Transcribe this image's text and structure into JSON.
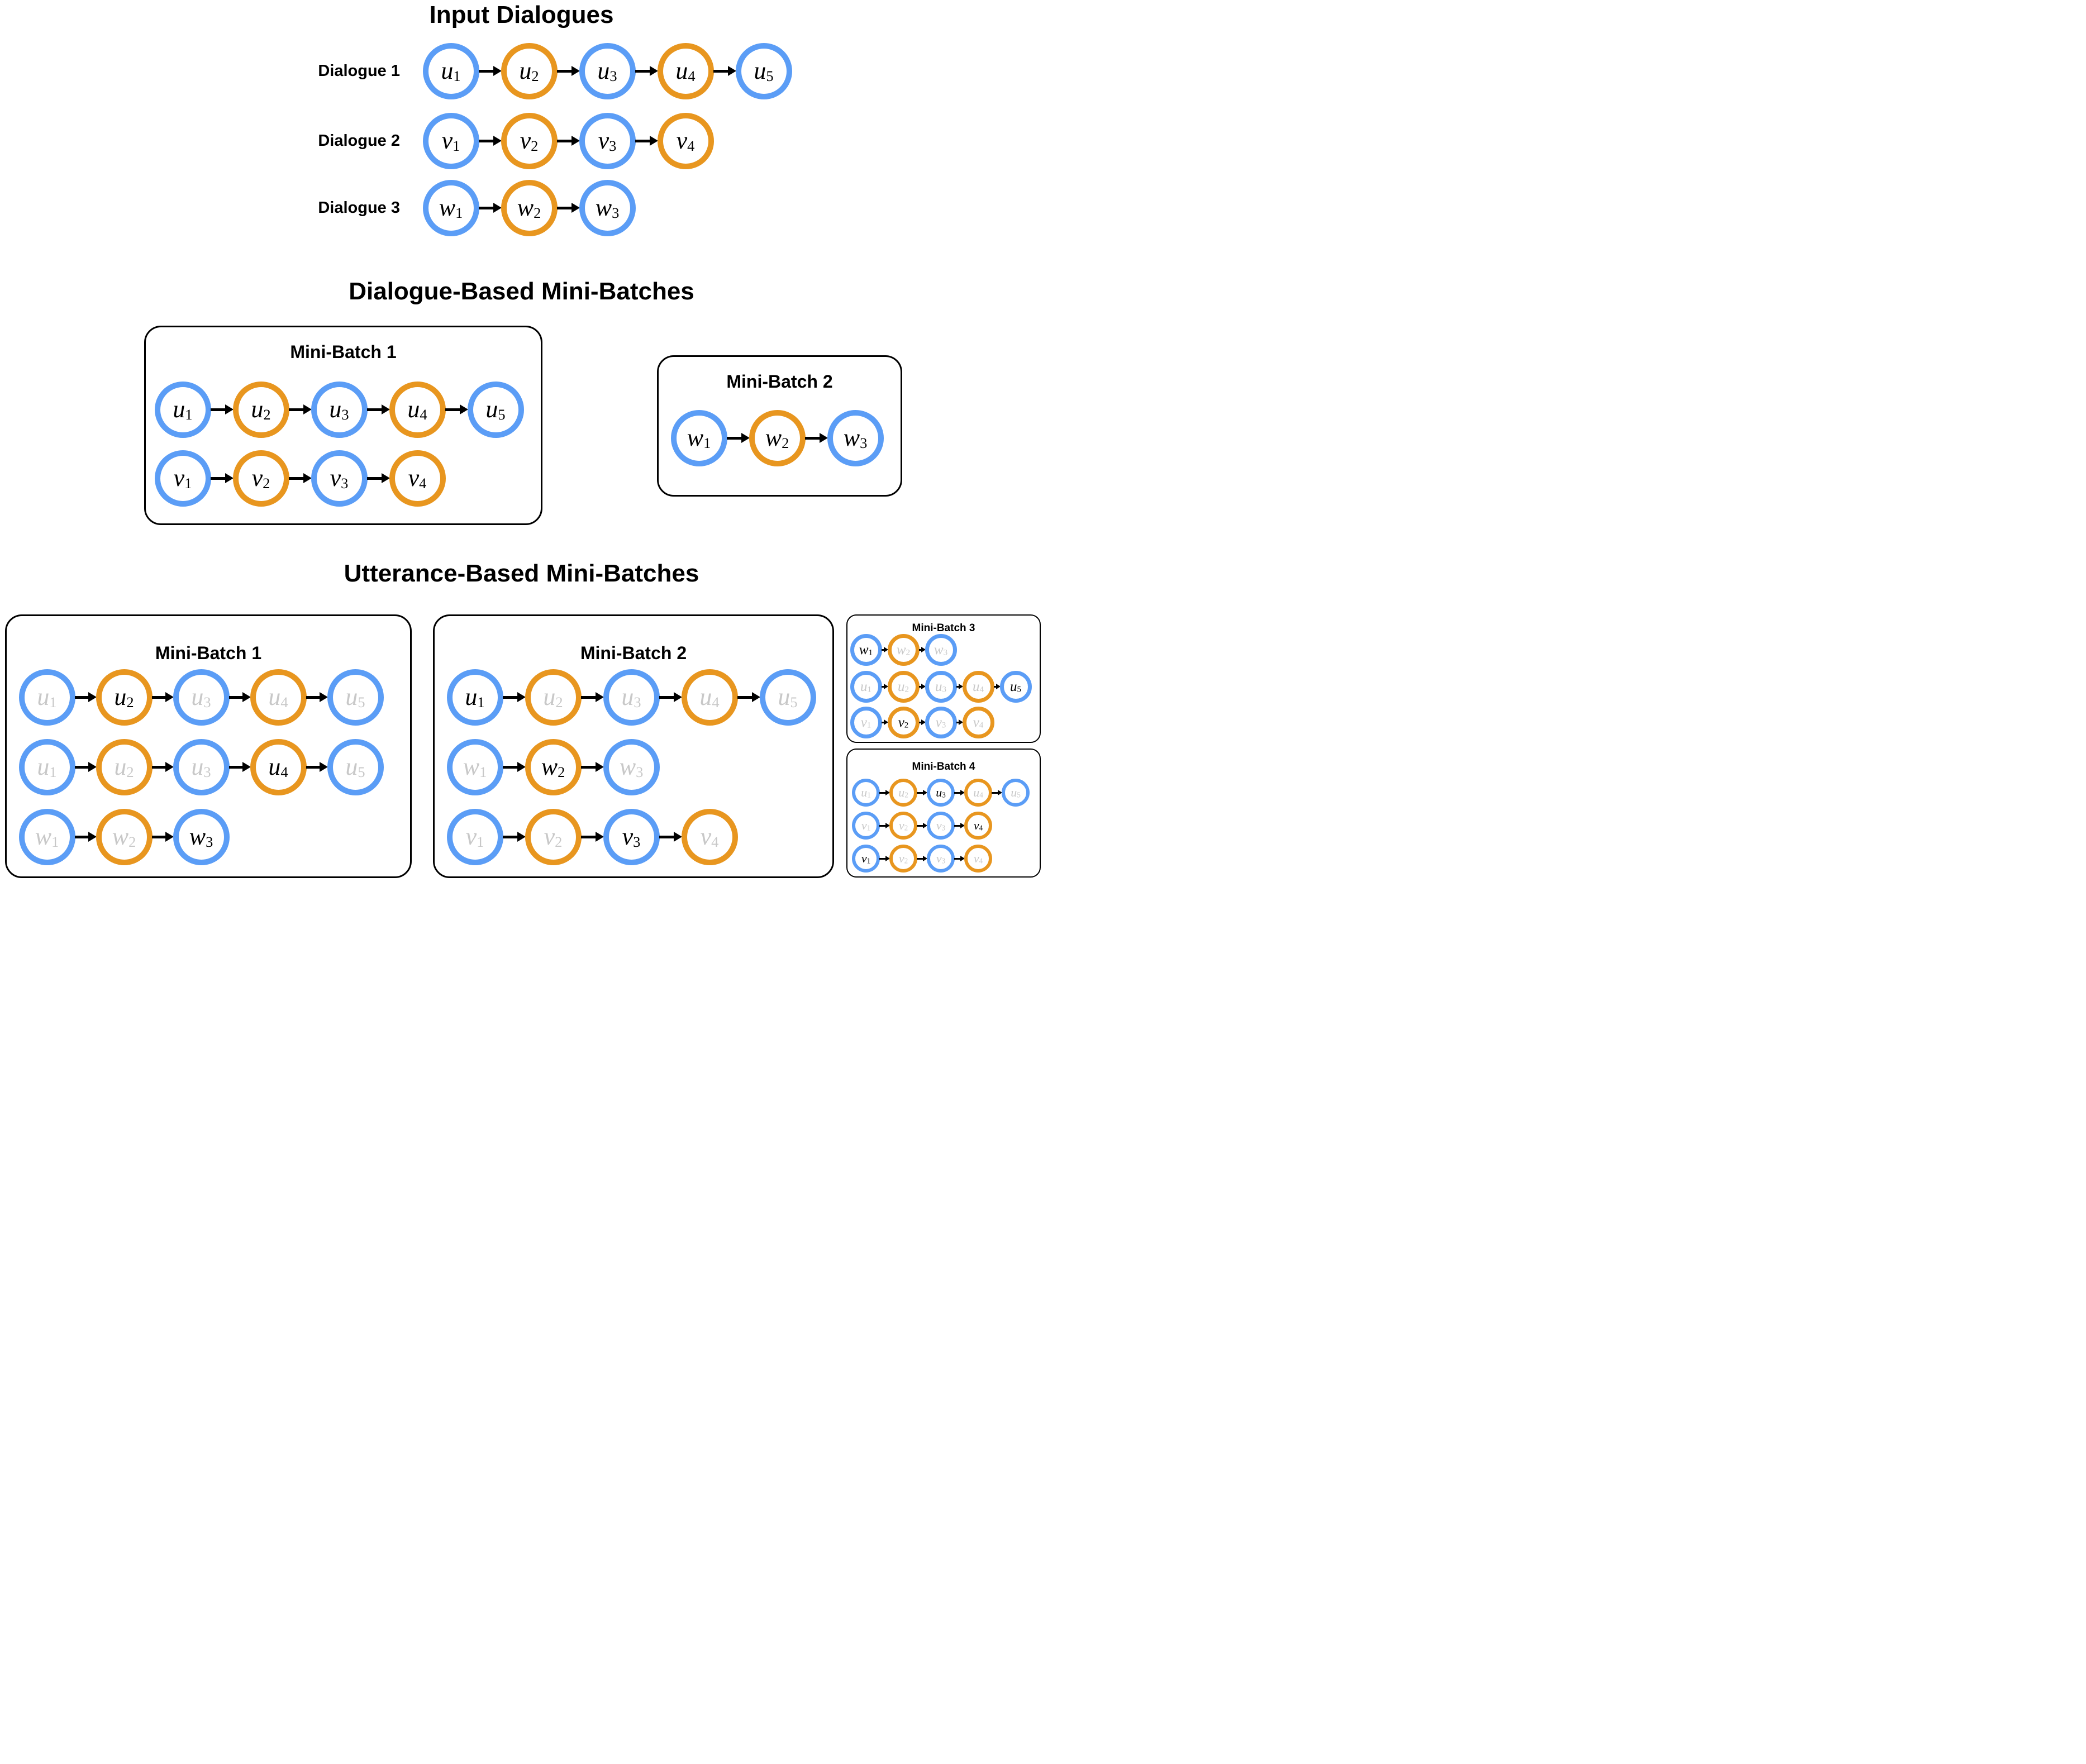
{
  "colors": {
    "blue": "#5b9df6",
    "orange": "#e8961f",
    "active_text": "#000000",
    "inactive_text": "#c8c8c8",
    "box_border": "#000000",
    "background": "#ffffff"
  },
  "input_dialogues": {
    "title": "Input Dialogues",
    "rows": [
      {
        "label": "Dialogue 1",
        "nodes": [
          {
            "base": "u",
            "sub": "1",
            "border": "blue",
            "state": "active"
          },
          {
            "base": "u",
            "sub": "2",
            "border": "orange",
            "state": "active"
          },
          {
            "base": "u",
            "sub": "3",
            "border": "blue",
            "state": "active"
          },
          {
            "base": "u",
            "sub": "4",
            "border": "orange",
            "state": "active"
          },
          {
            "base": "u",
            "sub": "5",
            "border": "blue",
            "state": "active"
          }
        ]
      },
      {
        "label": "Dialogue 2",
        "nodes": [
          {
            "base": "v",
            "sub": "1",
            "border": "blue",
            "state": "active"
          },
          {
            "base": "v",
            "sub": "2",
            "border": "orange",
            "state": "active"
          },
          {
            "base": "v",
            "sub": "3",
            "border": "blue",
            "state": "active"
          },
          {
            "base": "v",
            "sub": "4",
            "border": "orange",
            "state": "active"
          }
        ]
      },
      {
        "label": "Dialogue 3",
        "nodes": [
          {
            "base": "w",
            "sub": "1",
            "border": "blue",
            "state": "active"
          },
          {
            "base": "w",
            "sub": "2",
            "border": "orange",
            "state": "active"
          },
          {
            "base": "w",
            "sub": "3",
            "border": "blue",
            "state": "active"
          }
        ]
      }
    ]
  },
  "dialogue_based": {
    "title": "Dialogue-Based Mini-Batches",
    "batches": [
      {
        "title": "Mini-Batch 1",
        "rows": [
          [
            {
              "base": "u",
              "sub": "1",
              "border": "blue",
              "state": "active"
            },
            {
              "base": "u",
              "sub": "2",
              "border": "orange",
              "state": "active"
            },
            {
              "base": "u",
              "sub": "3",
              "border": "blue",
              "state": "active"
            },
            {
              "base": "u",
              "sub": "4",
              "border": "orange",
              "state": "active"
            },
            {
              "base": "u",
              "sub": "5",
              "border": "blue",
              "state": "active"
            }
          ],
          [
            {
              "base": "v",
              "sub": "1",
              "border": "blue",
              "state": "active"
            },
            {
              "base": "v",
              "sub": "2",
              "border": "orange",
              "state": "active"
            },
            {
              "base": "v",
              "sub": "3",
              "border": "blue",
              "state": "active"
            },
            {
              "base": "v",
              "sub": "4",
              "border": "orange",
              "state": "active"
            }
          ]
        ]
      },
      {
        "title": "Mini-Batch 2",
        "rows": [
          [
            {
              "base": "w",
              "sub": "1",
              "border": "blue",
              "state": "active"
            },
            {
              "base": "w",
              "sub": "2",
              "border": "orange",
              "state": "active"
            },
            {
              "base": "w",
              "sub": "3",
              "border": "blue",
              "state": "active"
            }
          ]
        ]
      }
    ]
  },
  "utterance_based": {
    "title": "Utterance-Based Mini-Batches",
    "batches": [
      {
        "title": "Mini-Batch 1",
        "rows": [
          [
            {
              "base": "u",
              "sub": "1",
              "border": "blue",
              "state": "inactive"
            },
            {
              "base": "u",
              "sub": "2",
              "border": "orange",
              "state": "active"
            },
            {
              "base": "u",
              "sub": "3",
              "border": "blue",
              "state": "inactive"
            },
            {
              "base": "u",
              "sub": "4",
              "border": "orange",
              "state": "inactive"
            },
            {
              "base": "u",
              "sub": "5",
              "border": "blue",
              "state": "inactive"
            }
          ],
          [
            {
              "base": "u",
              "sub": "1",
              "border": "blue",
              "state": "inactive"
            },
            {
              "base": "u",
              "sub": "2",
              "border": "orange",
              "state": "inactive"
            },
            {
              "base": "u",
              "sub": "3",
              "border": "blue",
              "state": "inactive"
            },
            {
              "base": "u",
              "sub": "4",
              "border": "orange",
              "state": "active"
            },
            {
              "base": "u",
              "sub": "5",
              "border": "blue",
              "state": "inactive"
            }
          ],
          [
            {
              "base": "w",
              "sub": "1",
              "border": "blue",
              "state": "inactive"
            },
            {
              "base": "w",
              "sub": "2",
              "border": "orange",
              "state": "inactive"
            },
            {
              "base": "w",
              "sub": "3",
              "border": "blue",
              "state": "active"
            }
          ]
        ]
      },
      {
        "title": "Mini-Batch 2",
        "rows": [
          [
            {
              "base": "u",
              "sub": "1",
              "border": "blue",
              "state": "active"
            },
            {
              "base": "u",
              "sub": "2",
              "border": "orange",
              "state": "inactive"
            },
            {
              "base": "u",
              "sub": "3",
              "border": "blue",
              "state": "inactive"
            },
            {
              "base": "u",
              "sub": "4",
              "border": "orange",
              "state": "inactive"
            },
            {
              "base": "u",
              "sub": "5",
              "border": "blue",
              "state": "inactive"
            }
          ],
          [
            {
              "base": "w",
              "sub": "1",
              "border": "blue",
              "state": "inactive"
            },
            {
              "base": "w",
              "sub": "2",
              "border": "orange",
              "state": "active"
            },
            {
              "base": "w",
              "sub": "3",
              "border": "blue",
              "state": "inactive"
            }
          ],
          [
            {
              "base": "v",
              "sub": "1",
              "border": "blue",
              "state": "inactive"
            },
            {
              "base": "v",
              "sub": "2",
              "border": "orange",
              "state": "inactive"
            },
            {
              "base": "v",
              "sub": "3",
              "border": "blue",
              "state": "active"
            },
            {
              "base": "v",
              "sub": "4",
              "border": "orange",
              "state": "inactive"
            }
          ]
        ]
      },
      {
        "title": "Mini-Batch 3",
        "rows": [
          [
            {
              "base": "w",
              "sub": "1",
              "border": "blue",
              "state": "active"
            },
            {
              "base": "w",
              "sub": "2",
              "border": "orange",
              "state": "inactive"
            },
            {
              "base": "w",
              "sub": "3",
              "border": "blue",
              "state": "inactive"
            }
          ],
          [
            {
              "base": "u",
              "sub": "1",
              "border": "blue",
              "state": "inactive"
            },
            {
              "base": "u",
              "sub": "2",
              "border": "orange",
              "state": "inactive"
            },
            {
              "base": "u",
              "sub": "3",
              "border": "blue",
              "state": "inactive"
            },
            {
              "base": "u",
              "sub": "4",
              "border": "orange",
              "state": "inactive"
            },
            {
              "base": "u",
              "sub": "5",
              "border": "blue",
              "state": "active"
            }
          ],
          [
            {
              "base": "v",
              "sub": "1",
              "border": "blue",
              "state": "inactive"
            },
            {
              "base": "v",
              "sub": "2",
              "border": "orange",
              "state": "active"
            },
            {
              "base": "v",
              "sub": "3",
              "border": "blue",
              "state": "inactive"
            },
            {
              "base": "v",
              "sub": "4",
              "border": "orange",
              "state": "inactive"
            }
          ]
        ]
      },
      {
        "title": "Mini-Batch 4",
        "rows": [
          [
            {
              "base": "u",
              "sub": "1",
              "border": "blue",
              "state": "inactive"
            },
            {
              "base": "u",
              "sub": "2",
              "border": "orange",
              "state": "inactive"
            },
            {
              "base": "u",
              "sub": "3",
              "border": "blue",
              "state": "active"
            },
            {
              "base": "u",
              "sub": "4",
              "border": "orange",
              "state": "inactive"
            },
            {
              "base": "u",
              "sub": "5",
              "border": "blue",
              "state": "inactive"
            }
          ],
          [
            {
              "base": "v",
              "sub": "1",
              "border": "blue",
              "state": "inactive"
            },
            {
              "base": "v",
              "sub": "2",
              "border": "orange",
              "state": "inactive"
            },
            {
              "base": "v",
              "sub": "3",
              "border": "blue",
              "state": "inactive"
            },
            {
              "base": "v",
              "sub": "4",
              "border": "orange",
              "state": "active"
            }
          ],
          [
            {
              "base": "v",
              "sub": "1",
              "border": "blue",
              "state": "active"
            },
            {
              "base": "v",
              "sub": "2",
              "border": "orange",
              "state": "inactive"
            },
            {
              "base": "v",
              "sub": "3",
              "border": "blue",
              "state": "inactive"
            },
            {
              "base": "v",
              "sub": "4",
              "border": "orange",
              "state": "inactive"
            }
          ]
        ]
      }
    ]
  }
}
